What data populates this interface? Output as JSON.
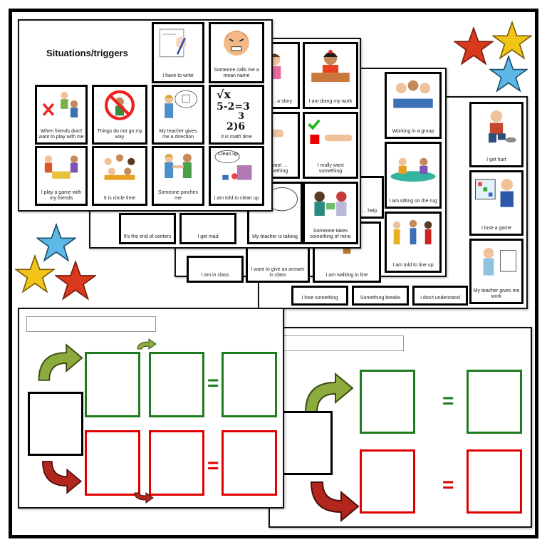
{
  "colors": {
    "accent_red": "#d93a1e",
    "accent_yellow": "#f2c418",
    "accent_blue": "#5cb8e6",
    "green_box": "#1e7b1e",
    "red_box": "#e00000",
    "green_arrow": "#8cab3c",
    "red_arrow": "#b3261e"
  },
  "sheet1": {
    "title": "Situations/triggers",
    "cards": [
      {
        "label": "I have to write",
        "icon": "writing-hand-icon"
      },
      {
        "label": "Someone calls me a mean name",
        "icon": "angry-face-icon"
      },
      {
        "label": "When friends don't want to play with me",
        "icon": "excluded-friends-icon"
      },
      {
        "label": "Things do not go my way",
        "icon": "no-symbol-icon"
      },
      {
        "label": "My teacher gives me a direction",
        "icon": "teacher-icon"
      },
      {
        "label": "It is math time",
        "icon": "math-icon"
      },
      {
        "label": "I play a game with my friends",
        "icon": "game-icon"
      },
      {
        "label": "It is circle time",
        "icon": "circle-time-icon"
      },
      {
        "label": "Someone pinches me",
        "icon": "pinch-icon"
      },
      {
        "label": "I am told to clean up",
        "icon": "clean-up-icon"
      }
    ],
    "clean_up_bubble": "Clean up",
    "math": {
      "sqrt": "√x",
      "eq": "5-2=3",
      "div": "2)6",
      "div_top": "3"
    }
  },
  "sheet2": {
    "cards": [
      {
        "label": "I am ... a story"
      },
      {
        "label": "I am doing my work"
      },
      {
        "label": "... want ... something"
      },
      {
        "label": "I really want something"
      },
      {
        "label": "My teacher is talking"
      },
      {
        "label": "Someone takes something of mine"
      },
      {
        "label": "It's the end of centers"
      },
      {
        "label": "I get mad"
      }
    ]
  },
  "sheet3": {
    "cards": [
      {
        "label": "Working in a group"
      },
      {
        "label": "I am sitting on the rug"
      },
      {
        "label": "I am told to line up"
      },
      {
        "label": "I am walking in line"
      },
      {
        "label": "I want to give an answer in class"
      },
      {
        "label": "I am in class"
      },
      {
        "label": "... help"
      }
    ]
  },
  "sheet4": {
    "cards": [
      {
        "label": "I get hurt"
      },
      {
        "label": "I lose a game"
      },
      {
        "label": "My teacher gives me work"
      },
      {
        "label": "I don't understand"
      },
      {
        "label": "Something breaks"
      },
      {
        "label": "I lose something"
      }
    ]
  },
  "worksheet_a": {
    "equals": "="
  },
  "worksheet_b": {
    "equals": "="
  }
}
